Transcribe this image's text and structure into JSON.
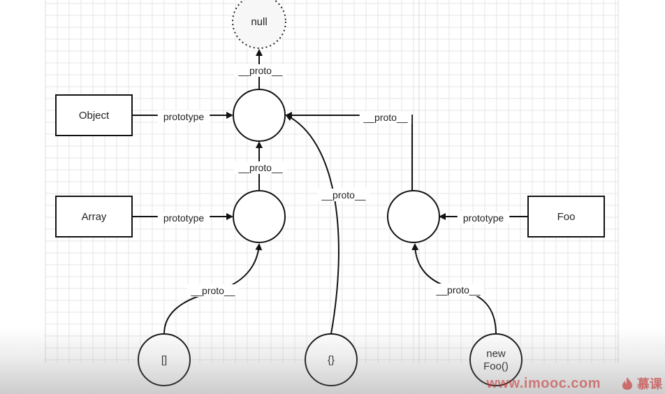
{
  "nodes": {
    "null": {
      "label": "null"
    },
    "object": {
      "label": "Object"
    },
    "array": {
      "label": "Array"
    },
    "foo": {
      "label": "Foo"
    },
    "object-proto": {
      "label": ""
    },
    "array-proto": {
      "label": ""
    },
    "foo-proto": {
      "label": ""
    },
    "arr-literal": {
      "label": "[]"
    },
    "obj-literal": {
      "label": "{}"
    },
    "new-foo": {
      "label": "new\nFoo()"
    }
  },
  "edges": [
    {
      "from": "object-proto",
      "to": "null",
      "label": "__proto__"
    },
    {
      "from": "object",
      "to": "object-proto",
      "label": "prototype"
    },
    {
      "from": "array-proto",
      "to": "object-proto",
      "label": "__proto__"
    },
    {
      "from": "obj-literal",
      "to": "object-proto",
      "label": "__proto__"
    },
    {
      "from": "foo-proto",
      "to": "object-proto",
      "label": "__proto__"
    },
    {
      "from": "array",
      "to": "array-proto",
      "label": "prototype"
    },
    {
      "from": "foo",
      "to": "foo-proto",
      "label": "prototype"
    },
    {
      "from": "arr-literal",
      "to": "array-proto",
      "label": "__proto__"
    },
    {
      "from": "new-foo",
      "to": "foo-proto",
      "label": "__proto__"
    }
  ],
  "watermark": {
    "url": "www.imooc.com",
    "brand": "慕课",
    "icon": "flame-icon",
    "color": "#c42828"
  },
  "colors": {
    "stroke": "#111111",
    "grid": "#e6e6e6",
    "background": "#ffffff"
  }
}
